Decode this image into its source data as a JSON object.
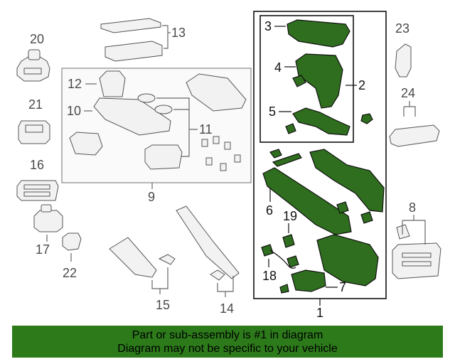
{
  "callouts": {
    "c1": "1",
    "c2": "2",
    "c3": "3",
    "c4": "4",
    "c5": "5",
    "c6": "6",
    "c7": "7",
    "c8": "8",
    "c9": "9",
    "c10": "10",
    "c11": "11",
    "c12": "12",
    "c13": "13",
    "c14": "14",
    "c15": "15",
    "c16": "16",
    "c17": "17",
    "c18": "18",
    "c19": "19",
    "c20": "20",
    "c21": "21",
    "c22": "22",
    "c23": "23",
    "c24": "24"
  },
  "colors": {
    "highlight_part": "#2e6e1e",
    "banner_bg": "#2d7a1b",
    "line_gray": "#666666",
    "line_dark": "#111111"
  },
  "footer": {
    "line1": "Part or sub-assembly is #1 in diagram",
    "line2": "Diagram may not be specific to your vehicle"
  }
}
